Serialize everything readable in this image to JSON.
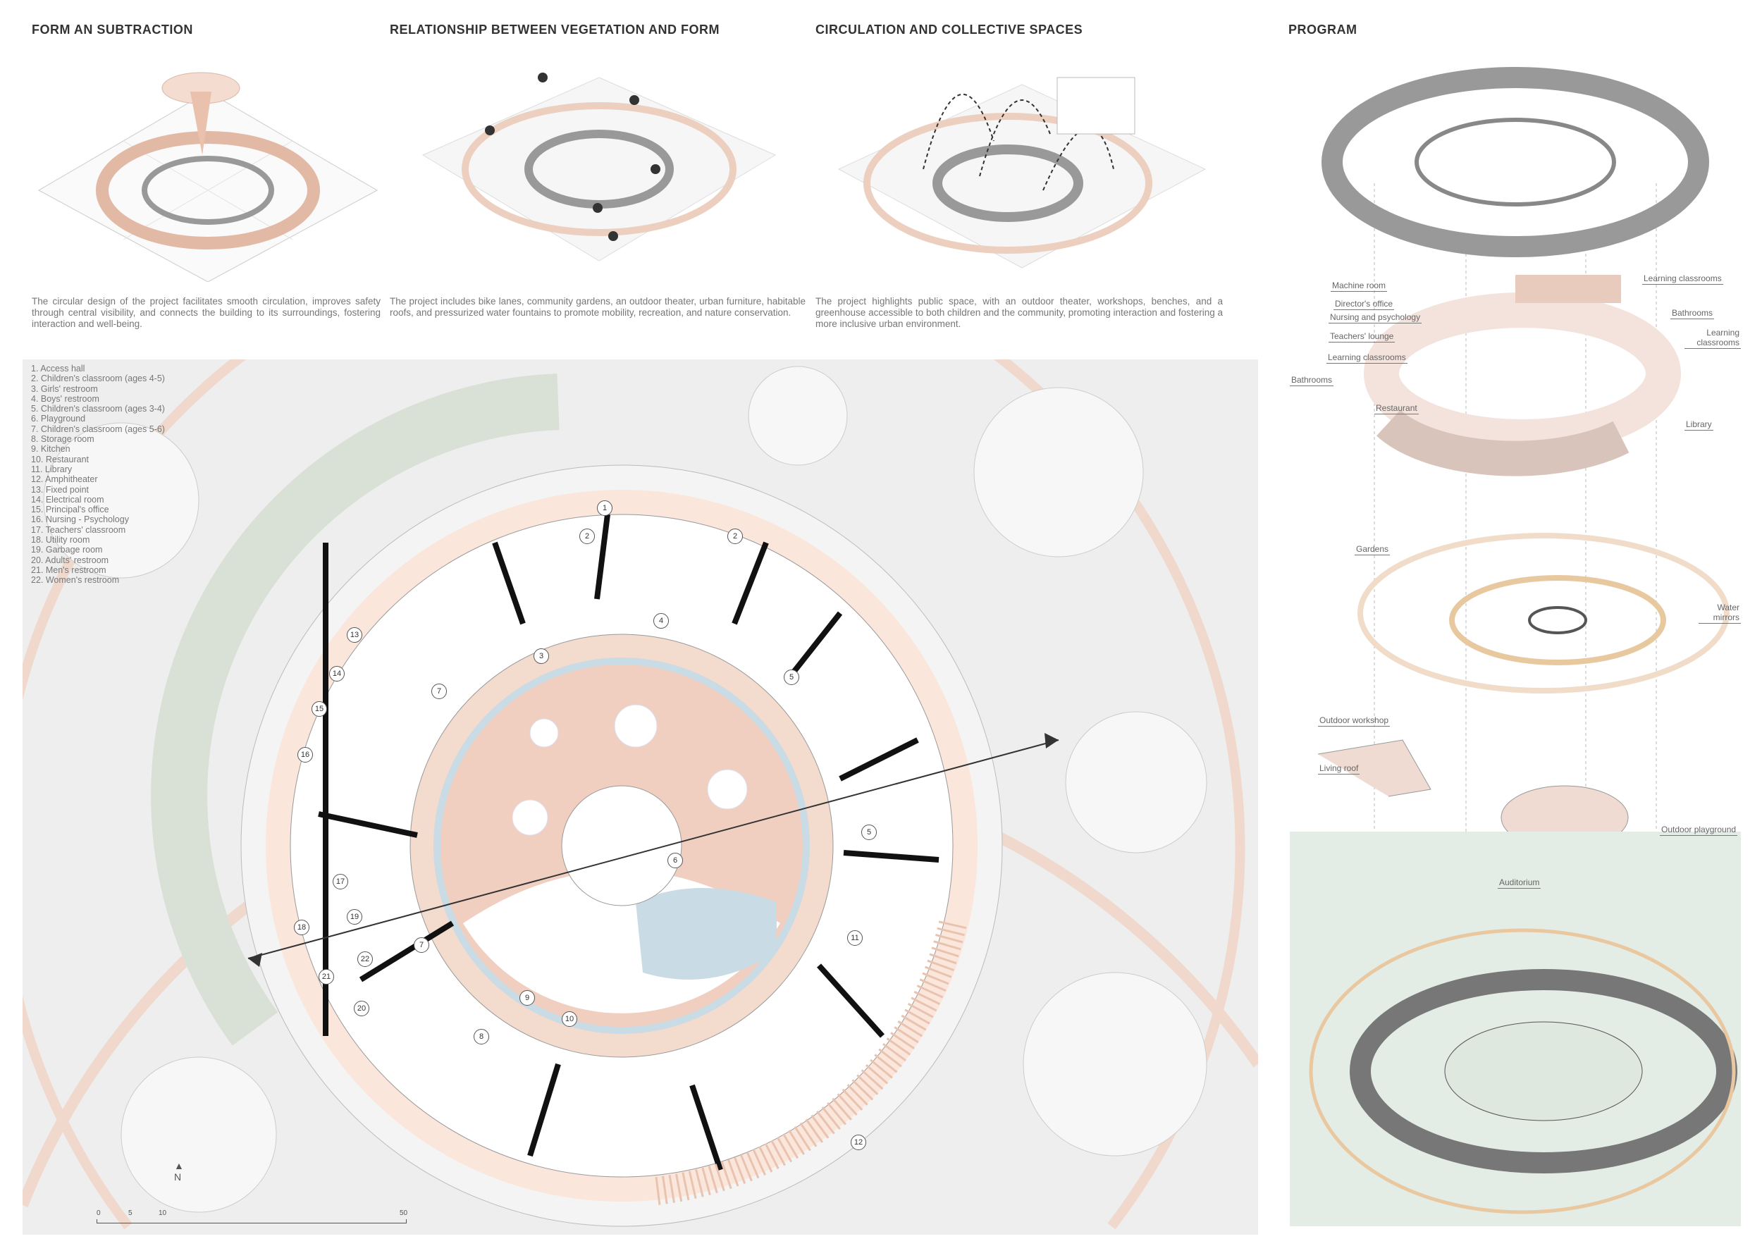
{
  "sections": [
    {
      "title": "FORM AN SUBTRACTION",
      "text": "The circular design of the project facilitates smooth circulation, improves safety through central visibility, and connects the building to its surroundings, fostering interaction and well-being."
    },
    {
      "title": "RELATIONSHIP BETWEEN VEGETATION AND FORM",
      "text": "The project includes bike lanes, community gardens, an outdoor theater, urban furniture, habitable roofs, and pressurized water fountains to promote mobility, recreation, and nature conservation."
    },
    {
      "title": "CIRCULATION AND COLLECTIVE  SPACES",
      "text": "The project highlights public space, with an outdoor theater, workshops, benches, and a greenhouse accessible to both children and the community, promoting interaction and fostering a more inclusive urban environment."
    },
    {
      "title": "PROGRAM"
    }
  ],
  "legend": [
    "1. Access hall",
    "2. Children's classroom (ages 4-5)",
    "3. Girls' restroom",
    "4. Boys' restroom",
    "5. Children's classroom (ages 3-4)",
    "6. Playground",
    "7. Children's classroom (ages 5-6)",
    "8. Storage room",
    "9. Kitchen",
    "10. Restaurant",
    "11.  Library",
    "12. Amphitheater",
    "13. Fixed point",
    "14. Electrical room",
    "15. Principal's office",
    "16. Nursing - Psychology",
    "17. Teachers' classroom",
    "18. Utility room",
    "19. Garbage room",
    "20. Adults' restroom",
    "21. Men's restroom",
    "22. Women's restroom"
  ],
  "markers": [
    "1",
    "2",
    "2",
    "3",
    "4",
    "5",
    "5",
    "6",
    "7",
    "7",
    "8",
    "9",
    "10",
    "11",
    "12",
    "13",
    "14",
    "15",
    "16",
    "17",
    "18",
    "19",
    "20",
    "21",
    "22"
  ],
  "scale": {
    "north": "N",
    "ticks": [
      "0",
      "5",
      "10",
      "50"
    ]
  },
  "program_labels": {
    "machine_room": "Machine room",
    "directors_office": "Director's office",
    "nursing": "Nursing and psychology",
    "teachers_lounge": "Teachers' lounge",
    "learning_left": "Learning classrooms",
    "bathrooms_left": "Bathrooms",
    "restaurant": "Restaurant",
    "learning_top": "Learning classrooms",
    "bathrooms_right": "Bathrooms",
    "learning_right": "Learning classrooms",
    "library": "Library",
    "gardens": "Gardens",
    "water_mirrors": "Water mirrors",
    "outdoor_workshop": "Outdoor workshop",
    "living_roof": "Living roof",
    "outdoor_playground": "Outdoor playground",
    "auditorium": "Auditorium"
  },
  "colors": {
    "accent": "#f2d6c6",
    "water": "#c9dbe5",
    "green": "#dfe8df",
    "wall": "#111111"
  }
}
